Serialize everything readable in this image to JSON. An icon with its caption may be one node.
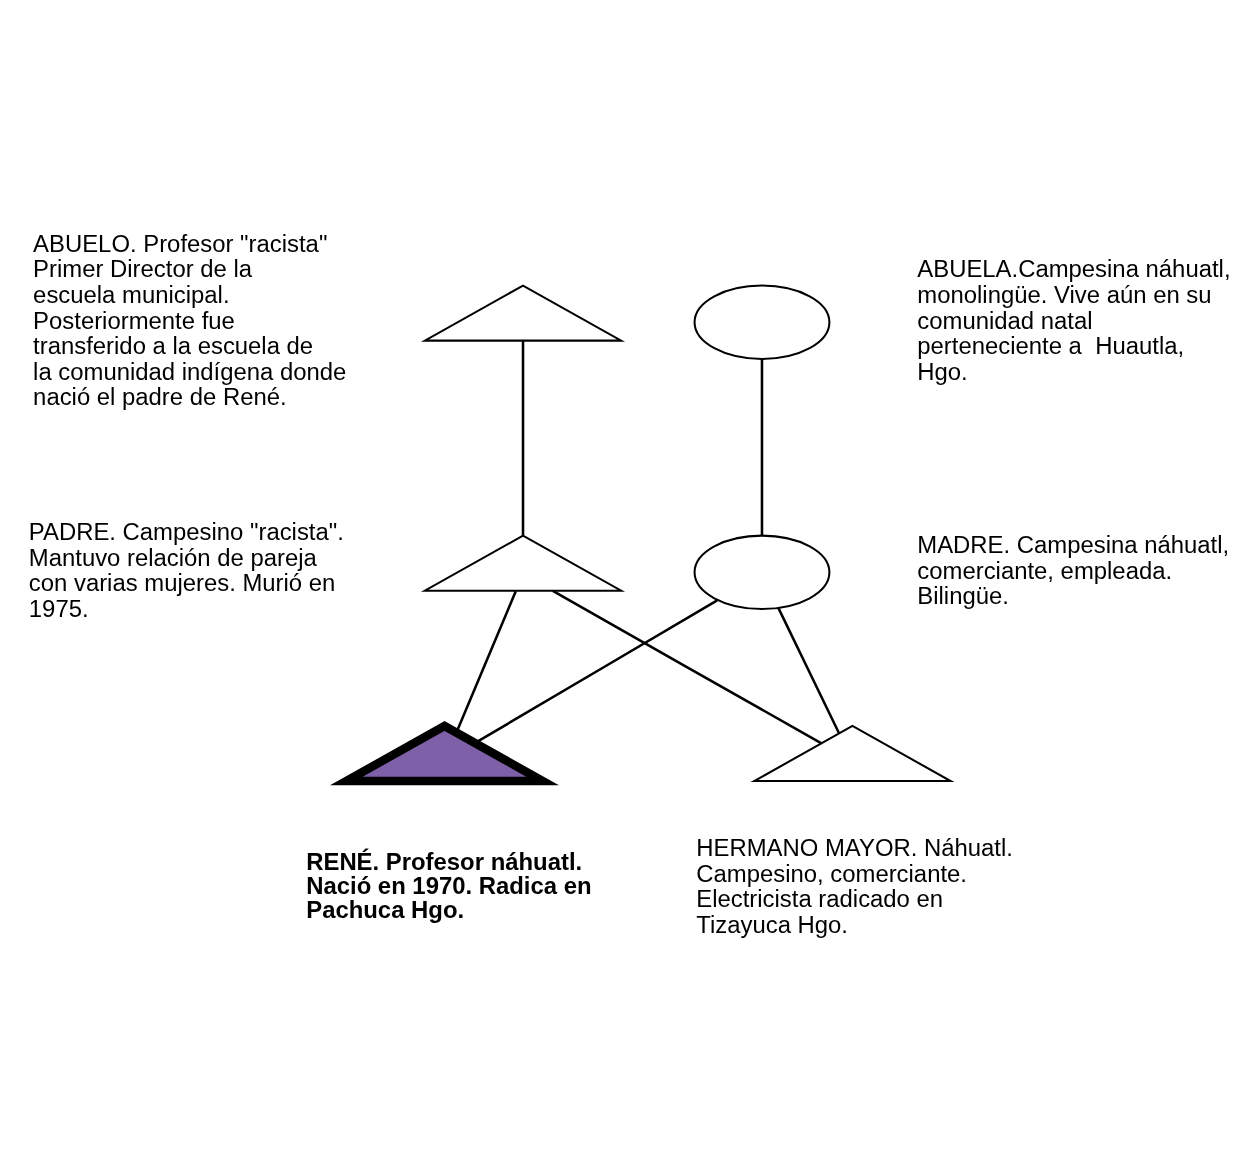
{
  "diagram": {
    "nodes": [
      {
        "text": [],
        "shape": "triangle",
        "beside": [
          "ABUELO. Profesor \"racista\" Primer Director de la escuela municipal. Posteriormente fue transferido a la escuela de la comunidad indígena donde nació el padre de René."
        ]
      },
      {
        "text": [],
        "shape": "ellipse",
        "beside": [
          "ABUELA.Campesina náhuatl, monolingüe. Vive aún en su comunidad natal perteneciente a  Huautla, Hgo."
        ]
      },
      {
        "text": [],
        "shape": "triangle",
        "beside": [
          "PADRE. Campesino \"racista\". Mantuvo relación de pareja con varias mujeres. Murió en 1975."
        ]
      },
      {
        "text": [],
        "shape": "ellipse",
        "beside": [
          "MADRE. Campesina náhuatl, comerciante, empleada. Bilingüe."
        ]
      },
      {
        "text": [],
        "shape": "triangle",
        "beside": [
          "RENÉ. Profesor náhuatl. Nació en 1970. Radica en Pachuca Hgo."
        ]
      },
      {
        "text": [],
        "shape": "triangle",
        "beside": [
          "HERMANO MAYOR. Náhuatl. Campesino, comerciante. Electricista radicado en Tizayuca Hgo."
        ]
      }
    ],
    "edges": [
      {
        "from": 0,
        "to": 2,
        "arrow": "none"
      },
      {
        "from": 1,
        "to": 3,
        "arrow": "none"
      },
      {
        "from": 2,
        "to": 4,
        "arrow": "none"
      },
      {
        "from": 2,
        "to": 5,
        "arrow": "none"
      },
      {
        "from": 3,
        "to": 4,
        "arrow": "none"
      },
      {
        "from": 3,
        "to": 5,
        "arrow": "none"
      }
    ]
  }
}
